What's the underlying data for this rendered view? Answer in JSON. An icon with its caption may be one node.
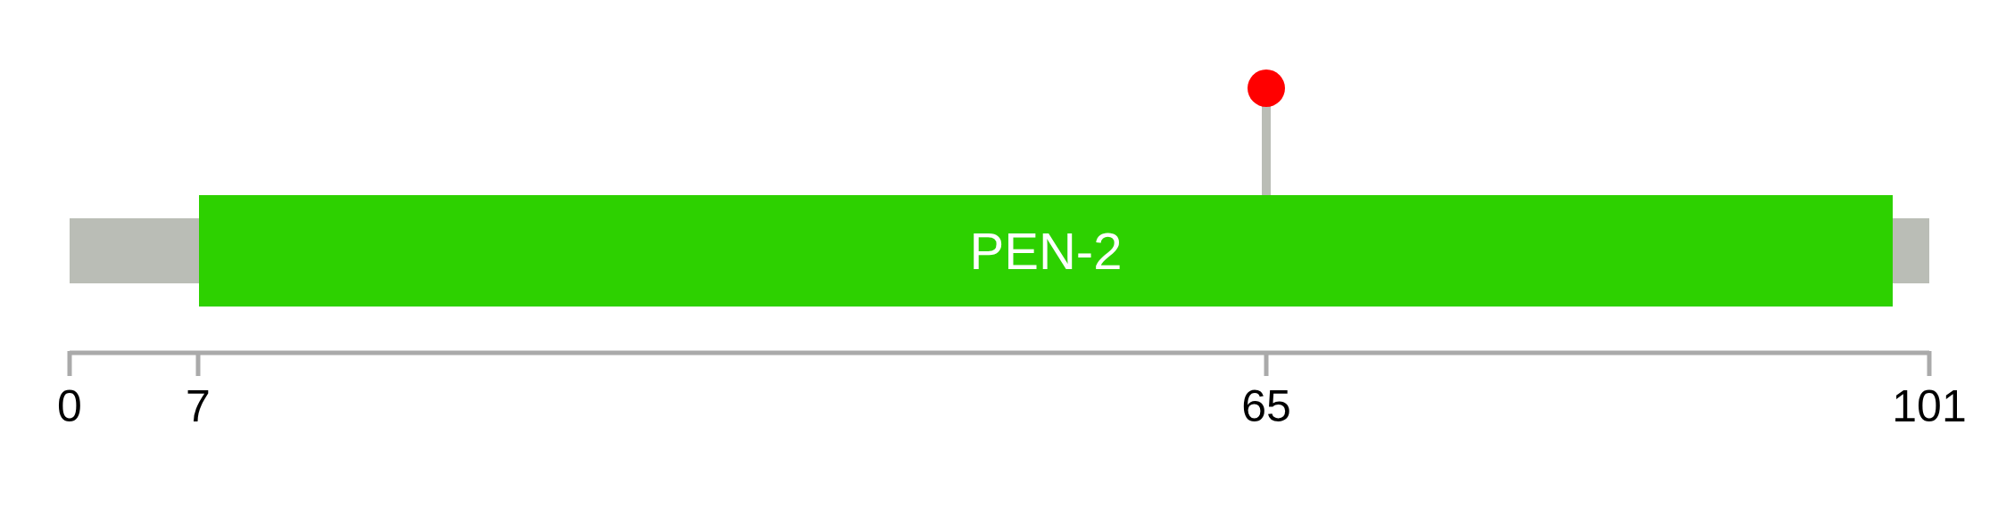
{
  "diagram": {
    "nodes": [
      {
        "text": [
          "PEN-2"
        ]
      }
    ],
    "labels": [
      "0",
      "7",
      "65",
      "101"
    ]
  }
}
